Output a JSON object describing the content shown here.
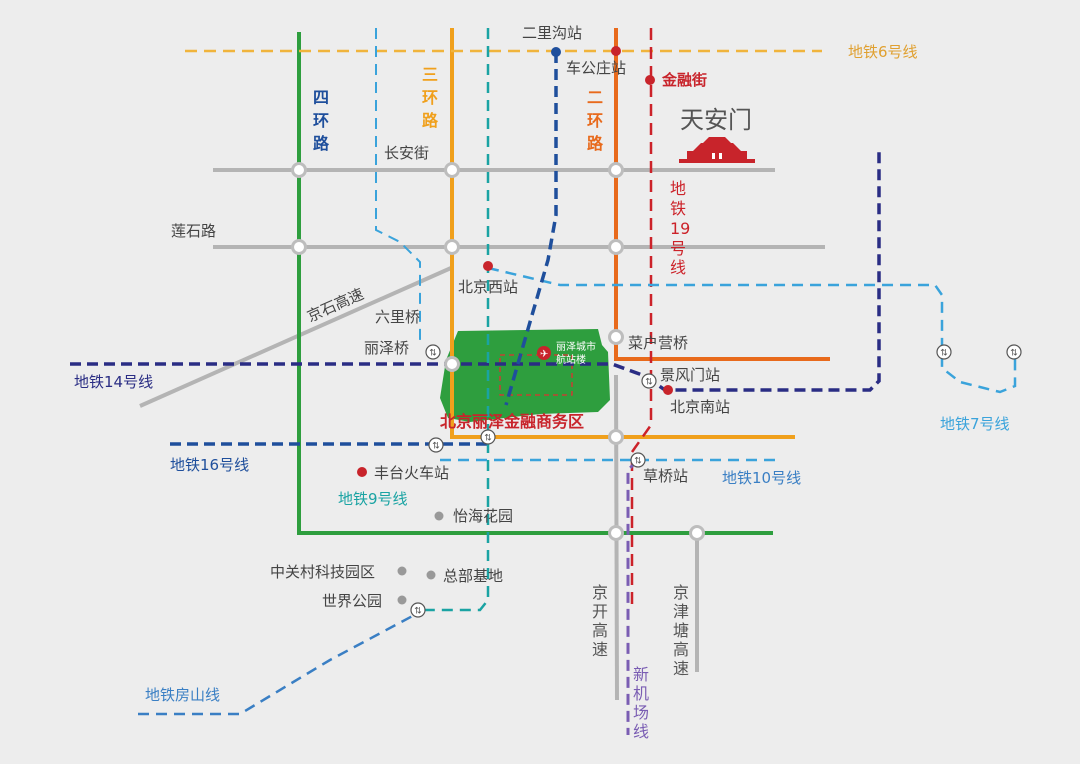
{
  "colors": {
    "background": "#ededed",
    "ring4": "#2e9e3e",
    "ring3": "#f0a01c",
    "ring2": "#e86a1c",
    "road": "#b4b4b4",
    "metro6": "#f0b43c",
    "metro19": "#cc2229",
    "metro14": "#2a2d84",
    "metro16": "#1f4f9c",
    "metro7": "#3aa3db",
    "metro9": "#1aa3a3",
    "metro10": "#3aa3db",
    "fangshan": "#3a7fc4",
    "airport": "#7a5db3",
    "district": "#2e9e3e",
    "station": "#c8242b"
  },
  "roads": {
    "ring4": "四环路",
    "ring3": "三环路",
    "ring2": "二环路",
    "changan": "长安街",
    "lianshi": "莲石路",
    "jingshi": "京石高速",
    "jingkai": "京开高速",
    "jingjintang": "京津塘高速"
  },
  "metro": {
    "line6": "地铁6号线",
    "line19": "地铁19号线",
    "line14": "地铁14号线",
    "line16": "地铁16号线",
    "line9": "地铁9号线",
    "line10": "地铁10号线",
    "line7": "地铁7号线",
    "fangshan": "地铁房山线",
    "airport": "新机场线"
  },
  "places": {
    "erligou": "二里沟站",
    "chegongzhuang": "车公庄站",
    "jinrongjie": "金融街",
    "tiananmen": "天安门",
    "beijingxi": "北京西站",
    "liuliqiao": "六里桥",
    "lizeqiao": "丽泽桥",
    "caihuying": "菜户营桥",
    "jingfengmen": "景风门站",
    "beijingnan": "北京南站",
    "fengtai": "丰台火车站",
    "caoqiao": "草桥站",
    "yihai": "怡海花园",
    "zhongguancun": "中关村科技园区",
    "zongbu": "总部基地",
    "shijie": "世界公园"
  },
  "district": {
    "name": "北京丽泽金融商务区",
    "terminal": "丽泽城市航站楼",
    "terminal_line1": "丽泽城市",
    "terminal_line2": "航站楼"
  },
  "icons": {
    "transfer": "metro-transfer-icon",
    "airplane": "airplane-icon",
    "tiananmen": "tiananmen-gate-icon"
  }
}
